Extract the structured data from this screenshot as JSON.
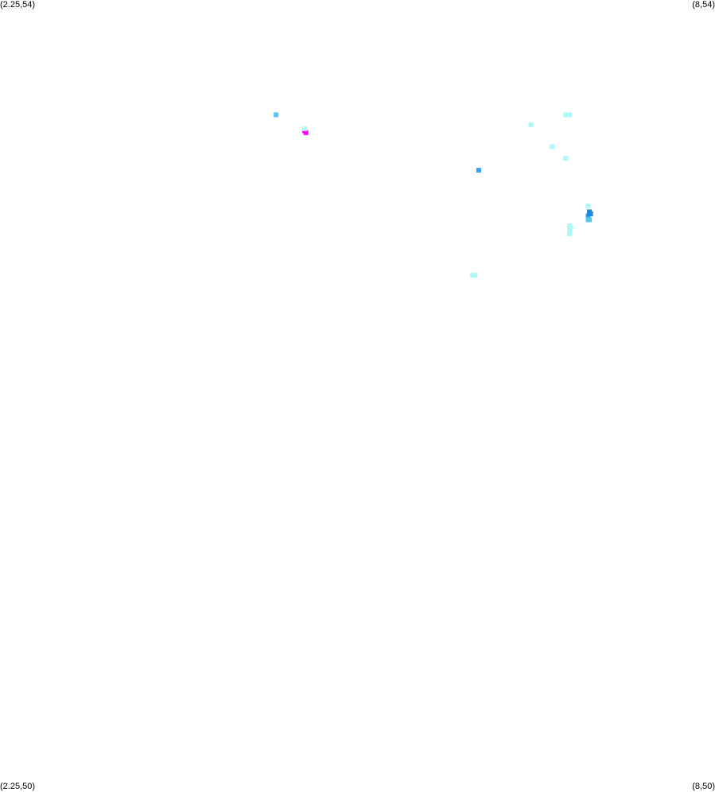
{
  "corners": {
    "top_left": "(2.25,54)",
    "top_right": "(8,54)",
    "bottom_left": "(2.25,50)",
    "bottom_right": "(8,50)"
  },
  "extent": {
    "lon_min": 2.25,
    "lon_max": 8,
    "lat_min": 50,
    "lat_max": 54
  },
  "points": [
    {
      "lon": 4.47,
      "lat": 53.42,
      "color": "#55c8f0"
    },
    {
      "lon": 4.7,
      "lat": 53.34,
      "color": "#ff00ff"
    },
    {
      "lon": 4.71,
      "lat": 53.33,
      "color": "#ff00ff"
    },
    {
      "lon": 4.7,
      "lat": 53.35,
      "color": "#b8fafa"
    },
    {
      "lon": 6.8,
      "lat": 53.42,
      "color": "#aef8f8"
    },
    {
      "lon": 6.83,
      "lat": 53.42,
      "color": "#aef8f8"
    },
    {
      "lon": 6.52,
      "lat": 53.37,
      "color": "#aef8f8"
    },
    {
      "lon": 6.69,
      "lat": 53.26,
      "color": "#aef8f8"
    },
    {
      "lon": 6.8,
      "lat": 53.2,
      "color": "#aef8f8"
    },
    {
      "lon": 6.1,
      "lat": 53.14,
      "color": "#36a4ec"
    },
    {
      "lon": 6.98,
      "lat": 52.96,
      "color": "#aef8f8"
    },
    {
      "lon": 6.99,
      "lat": 52.93,
      "color": "#1e88dc"
    },
    {
      "lon": 6.98,
      "lat": 52.91,
      "color": "#36a4ec"
    },
    {
      "lon": 6.99,
      "lat": 52.92,
      "color": "#1e88dc"
    },
    {
      "lon": 7.0,
      "lat": 52.92,
      "color": "#1e88dc"
    },
    {
      "lon": 6.98,
      "lat": 52.89,
      "color": "#55c8f0"
    },
    {
      "lon": 6.99,
      "lat": 52.89,
      "color": "#55c8f0"
    },
    {
      "lon": 6.83,
      "lat": 52.86,
      "color": "#aef8f8"
    },
    {
      "lon": 6.83,
      "lat": 52.84,
      "color": "#aef8f8"
    },
    {
      "lon": 6.84,
      "lat": 52.85,
      "color": "#aef8f8"
    },
    {
      "lon": 6.83,
      "lat": 52.82,
      "color": "#aef8f8"
    },
    {
      "lon": 6.05,
      "lat": 52.61,
      "color": "#aef8f8"
    },
    {
      "lon": 6.07,
      "lat": 52.61,
      "color": "#aef8f8"
    }
  ]
}
